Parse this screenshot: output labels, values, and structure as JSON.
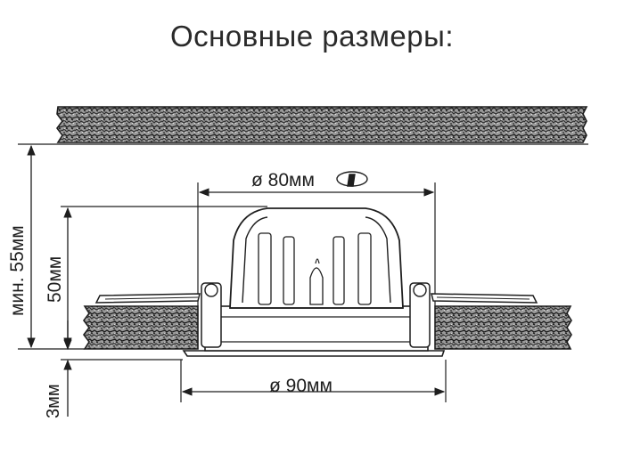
{
  "title": "Основные размеры:",
  "dimensions": {
    "ceiling_height": "мин. 55мм",
    "fixture_height": "50мм",
    "rim_thickness": "3мм",
    "cutout_diameter": "ø 80мм",
    "rim_diameter": "ø 90мм"
  },
  "colors": {
    "line": "#1e1e1e",
    "slab_fill": "#8a8a8a",
    "background": "#ffffff"
  },
  "icons": {
    "cutout_symbol": "hole-cutter-icon"
  }
}
